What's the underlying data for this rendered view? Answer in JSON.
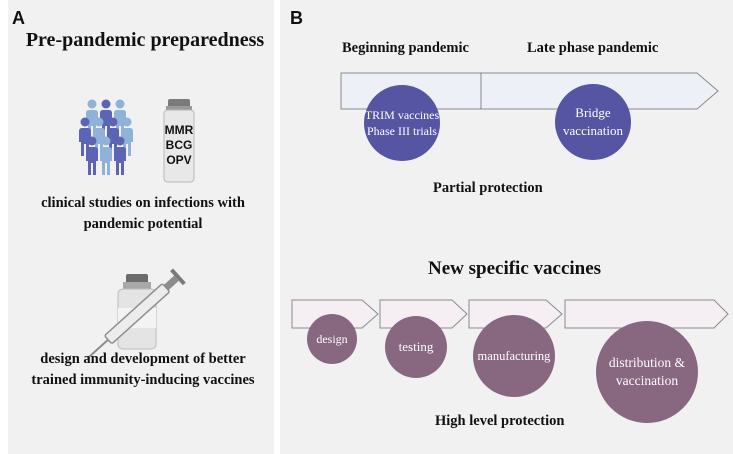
{
  "panel_a": {
    "letter": "A",
    "title": "Pre-pandemic preparedness",
    "vial_lines": [
      "MMR",
      "BCG",
      "OPV"
    ],
    "caption_1": [
      "clinical studies on infections with",
      "pandemic potential"
    ],
    "caption_2": [
      "design and development of better",
      "trained immunity-inducing vaccines"
    ]
  },
  "panel_b": {
    "letter": "B",
    "phase_1": "Beginning pandemic",
    "phase_2": "Late phase pandemic",
    "circle_1": [
      "TRIM vaccines",
      "Phase III trials"
    ],
    "circle_2": [
      "Bridge",
      "vaccination"
    ],
    "partial_protection": "Partial protection",
    "section_title": "New specific vaccines",
    "steps": [
      [
        "design"
      ],
      [
        "testing"
      ],
      [
        "manufacturing"
      ],
      [
        "distribution &",
        "vaccination"
      ]
    ],
    "high_protection": "High level protection"
  },
  "colors": {
    "background": "#f1f1f1",
    "arrow_fill_top": "#eef0f7",
    "arrow_fill_bottom": "#f5eff4",
    "circle_top": "#5555a3",
    "circle_bottom": "#886780",
    "people_dark": "#5c64b5",
    "people_light": "#8fb2d8",
    "syringe_grey": "#9a9a9a"
  },
  "icons": {
    "people": "crowd-of-people-icon",
    "vial": "vaccine-vial-icon",
    "syringe": "syringe-and-vial-icon"
  }
}
